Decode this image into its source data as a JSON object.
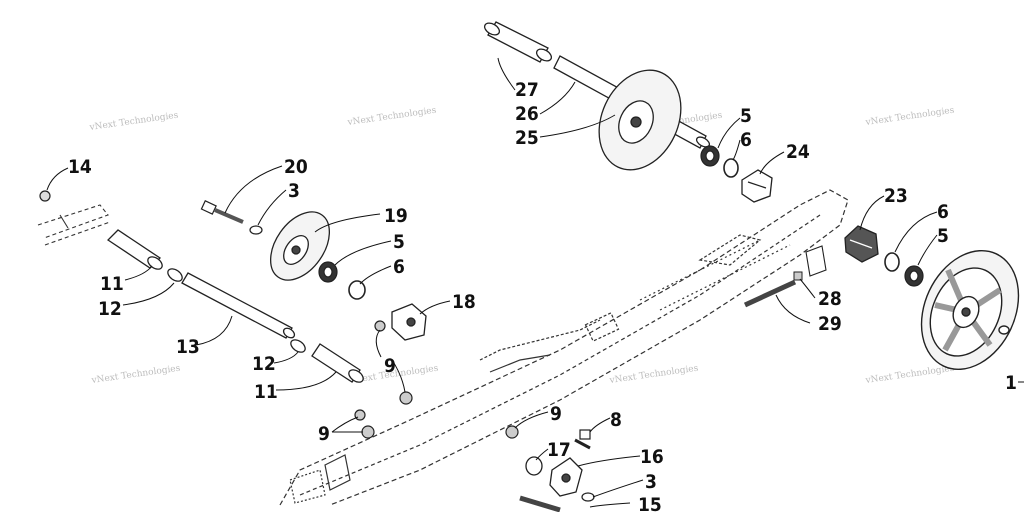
{
  "diagram": {
    "watermark": "vNext Technologies",
    "callouts": [
      "27",
      "26",
      "25",
      "5",
      "6",
      "24",
      "23",
      "6",
      "5",
      "14",
      "20",
      "3",
      "19",
      "5",
      "6",
      "18",
      "11",
      "12",
      "13",
      "12",
      "11",
      "9",
      "9",
      "9",
      "8",
      "17",
      "16",
      "3",
      "15",
      "28",
      "29",
      "1"
    ]
  }
}
